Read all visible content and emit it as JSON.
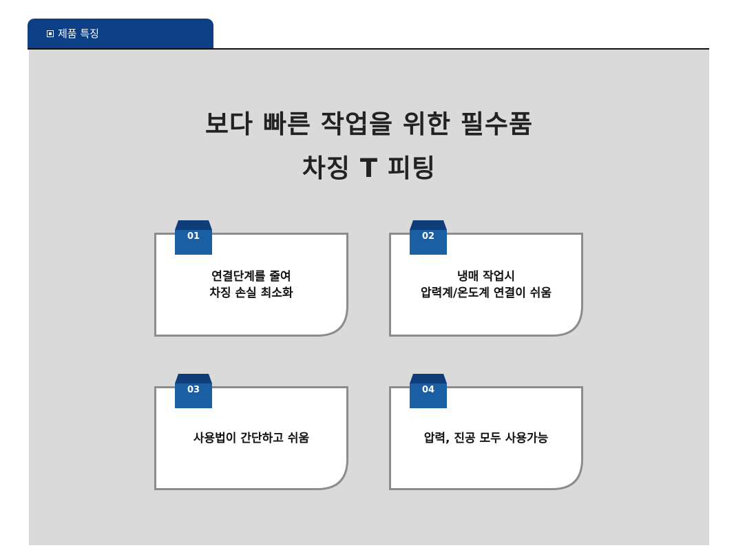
{
  "section_tab": {
    "label": "제품 특징"
  },
  "headline": {
    "line1": "보다 빠른 작업을 위한 필수품",
    "line2": "차징 T 피팅"
  },
  "features": [
    {
      "number": "01",
      "lines": [
        "연결단계를 줄여",
        "차징 손실 최소화"
      ]
    },
    {
      "number": "02",
      "lines": [
        "냉매 작업시",
        "압력계/온도계 연결이 쉬움"
      ]
    },
    {
      "number": "03",
      "lines": [
        "사용법이 간단하고 쉬움"
      ]
    },
    {
      "number": "04",
      "lines": [
        "압력, 진공 모두 사용가능"
      ]
    }
  ],
  "colors": {
    "brand_blue": "#0d3f86",
    "badge_blue": "#1a5fa3",
    "panel_gray": "#dadada",
    "card_border": "#8c8c8c"
  }
}
